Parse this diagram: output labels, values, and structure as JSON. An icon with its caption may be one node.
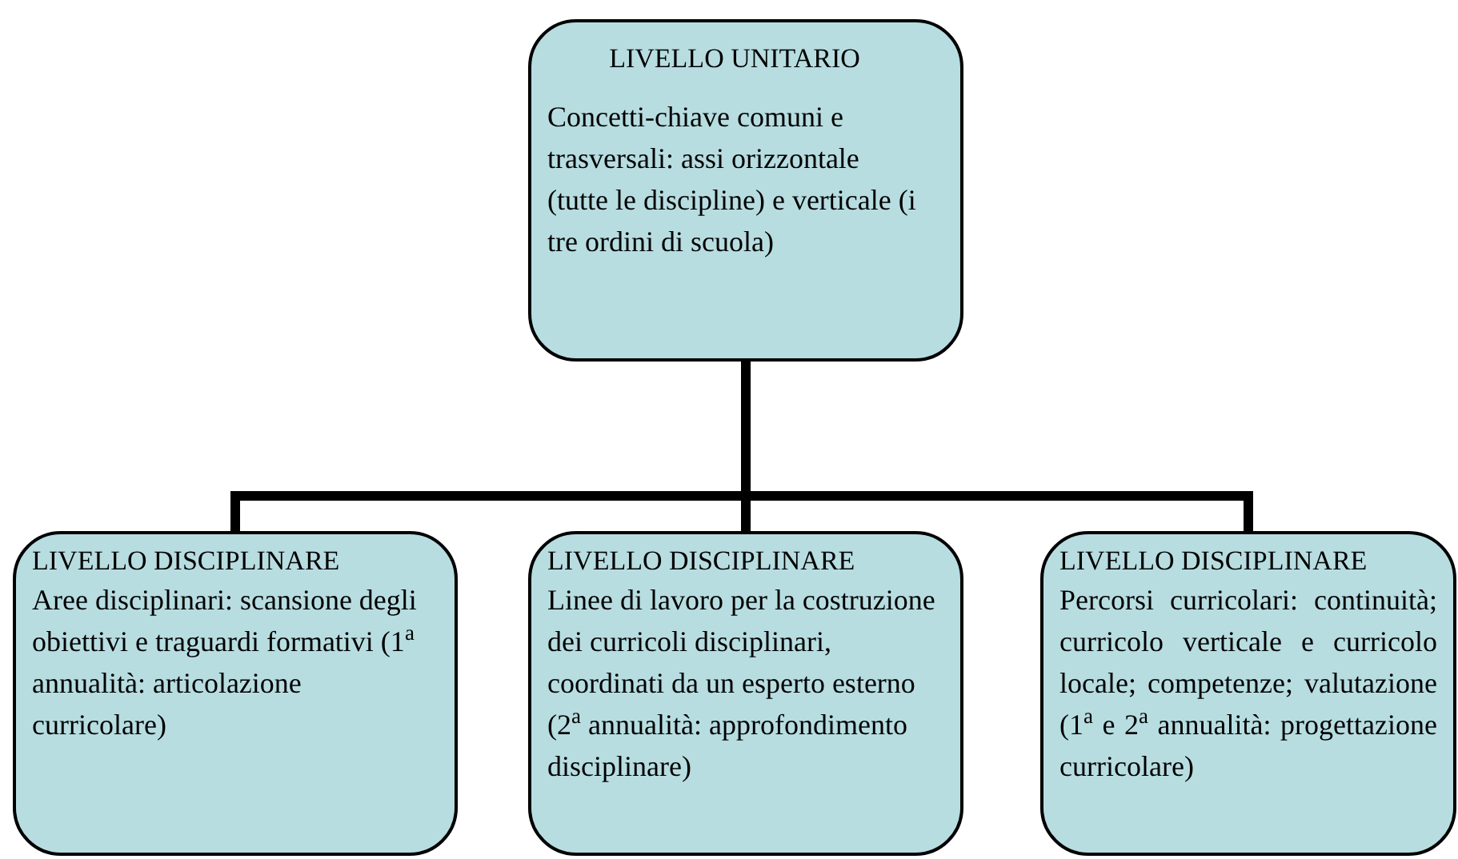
{
  "diagram": {
    "nodes": [
      {
        "text": [
          "LIVELLO UNITARIO",
          "Concetti-chiave comuni e trasversali: assi orizzontale (tutte le discipline) e verticale (i tre ordini di scuola)"
        ]
      },
      {
        "text": [
          "LIVELLO DISCIPLINARE",
          "Aree disciplinari: scansione degli obiettivi e traguardi formativi (1$^{a}$ annualità: articolazione curricolare)"
        ]
      },
      {
        "text": [
          "LIVELLO DISCIPLINARE",
          "Linee di lavoro per la costruzione dei curricoli disciplinari, coordinati da un esperto esterno (2$^{a}$ annualità: approfondimento disciplinare)"
        ]
      },
      {
        "text": [
          "LIVELLO DISCIPLINARE",
          "Percorsi curricolari: continuità; curricolo verticale e curricolo locale; competenze; valutazione (1$^{a}$ e 2$^{a}$ annualità: progettazione curricolare)"
        ]
      }
    ],
    "edges": [
      {
        "from": 0,
        "to": 1,
        "arrow": "none"
      },
      {
        "from": 0,
        "to": 2,
        "arrow": "none"
      },
      {
        "from": 0,
        "to": 3,
        "arrow": "none"
      }
    ]
  }
}
